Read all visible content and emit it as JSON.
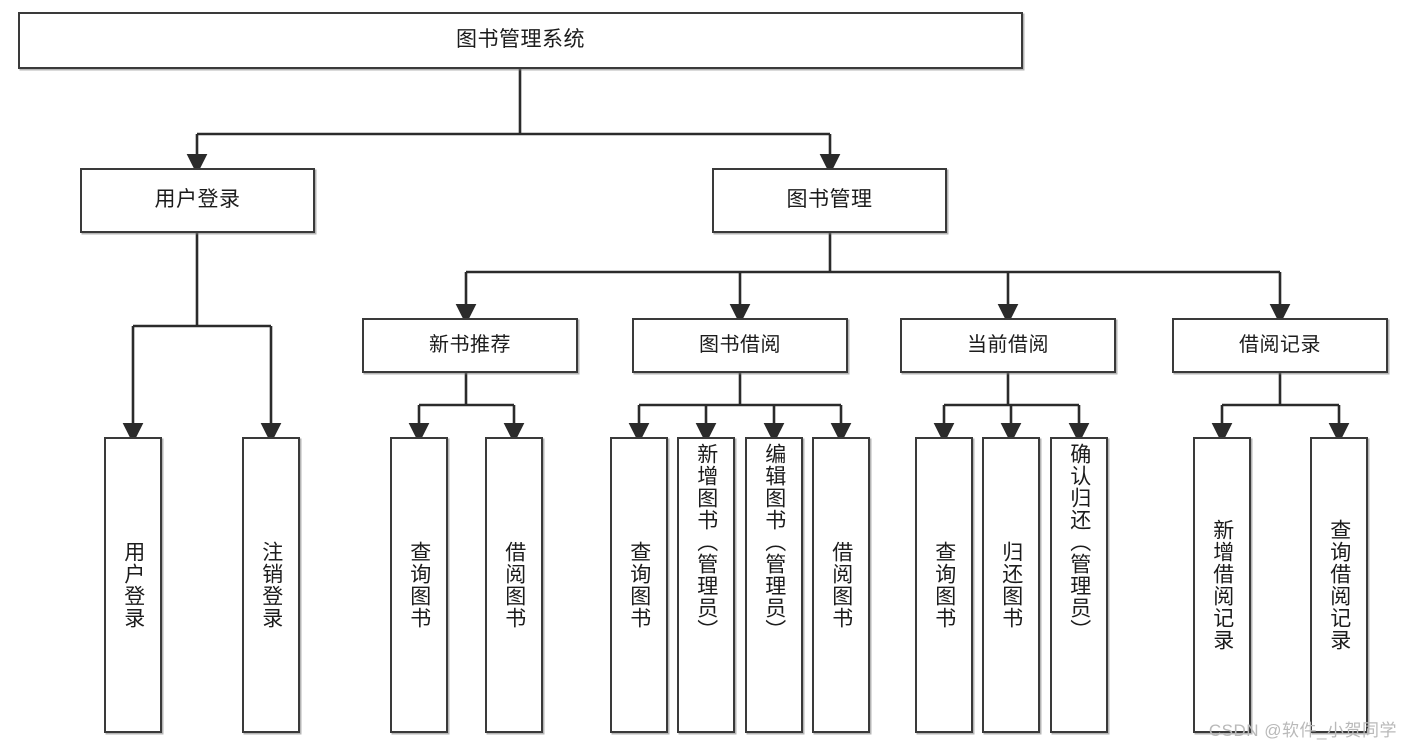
{
  "diagram": {
    "title": "图书管理系统",
    "type": "tree-hierarchy-diagram",
    "colors": {
      "box_border": "#3a3a3a",
      "box_fill": "#ffffff",
      "connector": "#2b2b2b",
      "text": "#1c1c1c",
      "watermark": "#b9b9b9"
    },
    "root": {
      "label": "图书管理系统"
    },
    "level2": [
      {
        "label": "用户登录"
      },
      {
        "label": "图书管理"
      }
    ],
    "level3": [
      {
        "label": "新书推荐"
      },
      {
        "label": "图书借阅"
      },
      {
        "label": "当前借阅"
      },
      {
        "label": "借阅记录"
      }
    ],
    "leaves": {
      "user_login": [
        {
          "label": "用户登录"
        },
        {
          "label": "注销登录"
        }
      ],
      "new_book_recommend": [
        {
          "label": "查询图书"
        },
        {
          "label": "借阅图书"
        }
      ],
      "book_borrow": [
        {
          "label": "查询图书"
        },
        {
          "label": "新增图书（管理员）"
        },
        {
          "label": "编辑图书（管理员）"
        },
        {
          "label": "借阅图书"
        }
      ],
      "current_borrow": [
        {
          "label": "查询图书"
        },
        {
          "label": "归还图书"
        },
        {
          "label": "确认归还（管理员）"
        }
      ],
      "borrow_record": [
        {
          "label": "新增借阅记录"
        },
        {
          "label": "查询借阅记录"
        }
      ]
    },
    "watermark": "CSDN @软件_小贺同学"
  }
}
